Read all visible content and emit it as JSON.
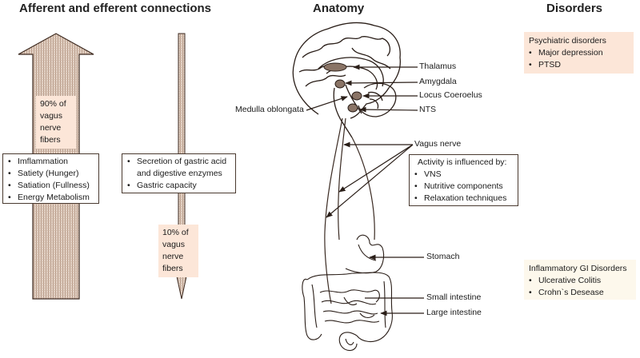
{
  "headings": {
    "connections": "Afferent and efferent connections",
    "anatomy": "Anatomy",
    "disorders": "Disorders"
  },
  "afferent": {
    "fiber_share_label": "90% of vagus nerve fibers",
    "fiber_share_lines": [
      "90% of",
      "vagus",
      "nerve",
      "fibers"
    ],
    "fiber_share_percent": 90,
    "functions": [
      "Imflammation",
      "Satiety (Hunger)",
      "Satiation (Fullness)",
      "Energy Metabolism"
    ]
  },
  "efferent": {
    "fiber_share_label": "10% of vagus nerve fibers",
    "fiber_share_lines": [
      "10% of",
      "vagus",
      "nerve",
      "fibers"
    ],
    "fiber_share_percent": 10,
    "functions": [
      "Secretion of gastric acid and digestive enzymes",
      "Gastric capacity"
    ],
    "function_lines": [
      "Secretion of gastric acid",
      "and digestive enzymes"
    ]
  },
  "anatomy": {
    "brain_labels": {
      "thalamus": "Thalamus",
      "amygdala": "Amygdala",
      "locus_coeroelus": "Locus Coeroelus",
      "nts": "NTS",
      "medulla": "Medulla oblongata"
    },
    "vagus_nerve": "Vagus nerve",
    "activity_box": {
      "title": "Activity is influenced by:",
      "items": [
        "VNS",
        "Nutritive components",
        "Relaxation techniques"
      ]
    },
    "gut_labels": {
      "stomach": "Stomach",
      "small_intestine": "Small intestine",
      "large_intestine": "Large intestine"
    }
  },
  "disorders": {
    "psychiatric": {
      "title": "Psychiatric disorders",
      "items": [
        "Major depression",
        "PTSD"
      ]
    },
    "gi": {
      "title": "Inflammatory GI Disorders",
      "items": [
        "Ulcerative Colitis",
        "Crohn`s Desease"
      ]
    }
  },
  "colors": {
    "arrow_fill": "#dcc7b8",
    "arrow_stroke": "#3d2a20",
    "peach_box": "#fce6d8",
    "cream_box": "#fdf8ec",
    "line": "#3a2a22"
  }
}
